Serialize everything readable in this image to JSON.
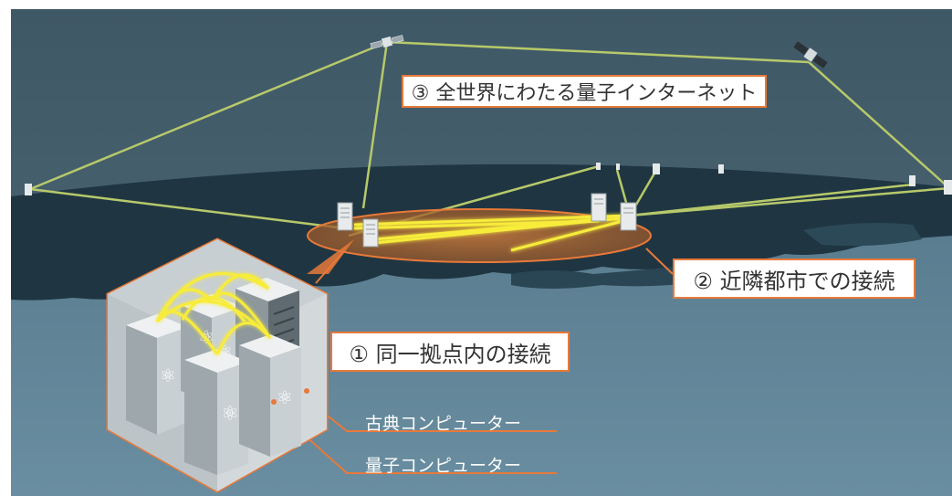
{
  "labels": {
    "global_internet": "③ 全世界にわたる量子インターネット",
    "metro_connection": "② 近隣都市での接続",
    "local_connection": "① 同一拠点内の接続",
    "classical_computer": "古典コンピューター",
    "quantum_computer": "量子コンピューター"
  },
  "colors": {
    "sky": "#4a6472",
    "ocean": "#5b7f93",
    "land": "#1f3642",
    "link_green": "#b7c96a",
    "link_yellow": "#f7ec3a",
    "accent_orange": "#e8793a",
    "label_border": "#e8793a"
  },
  "icons": [
    "satellite-icon",
    "server-icon",
    "atom-icon",
    "quantum-computer-icon",
    "classical-computer-icon"
  ]
}
